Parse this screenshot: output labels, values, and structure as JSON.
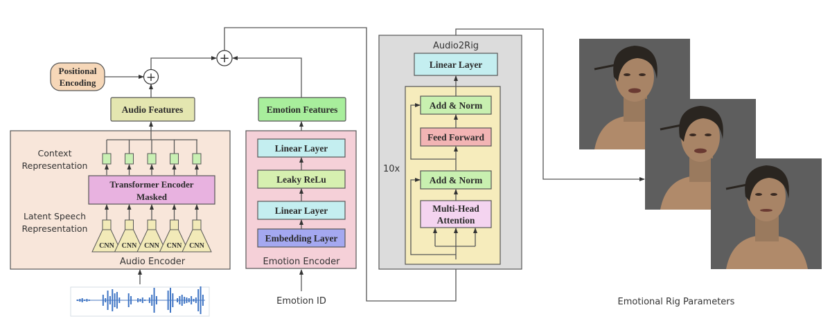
{
  "positional_encoding": {
    "label_line1": "Positional",
    "label_line2": "Encoding",
    "color": "#f6d7b8"
  },
  "audio_features": {
    "label": "Audio Features",
    "color": "#e4e6b0"
  },
  "audio_encoder": {
    "title": "Audio Encoder",
    "color": "#f8e6da",
    "context_label_line1": "Context",
    "context_label_line2": "Representation",
    "latent_label_line1": "Latent Speech",
    "latent_label_line2": "Representation",
    "transformer_line1": "Transformer Encoder",
    "transformer_line2": "Masked",
    "transformer_color": "#e8b2e0",
    "cnn_label": "CNN",
    "cnn_count": 5,
    "context_color": "#c9f0b4",
    "cnn_color": "#f2eab8"
  },
  "emotion_features": {
    "label": "Emotion Features",
    "color": "#a8ee9c"
  },
  "emotion_encoder": {
    "title": "Emotion Encoder",
    "color": "#f5d0d8",
    "layers": [
      {
        "label": "Linear Layer",
        "color": "#c4eef0"
      },
      {
        "label": "Leaky ReLu",
        "color": "#d6f0b0"
      },
      {
        "label": "Linear Layer",
        "color": "#c4eef0"
      },
      {
        "label": "Embedding Layer",
        "color": "#a4a8f0"
      }
    ]
  },
  "emotion_id": {
    "label": "Emotion ID"
  },
  "audio2rig": {
    "title": "Audio2Rig",
    "color": "#dcdcdc",
    "linear_layer": {
      "label": "Linear Layer",
      "color": "#c4eef0"
    },
    "repeat_label": "10x",
    "block_color": "#f6ecbc",
    "add_norm_top": {
      "label": "Add & Norm",
      "color": "#c8f0b0"
    },
    "feed_forward": {
      "label": "Feed Forward",
      "color": "#f2b4b4"
    },
    "add_norm_bottom": {
      "label": "Add & Norm",
      "color": "#c8f0b0"
    },
    "mha_line1": "Multi-Head",
    "mha_line2": "Attention",
    "mha_color": "#f4d4f0"
  },
  "output": {
    "label": "Emotional Rig Parameters",
    "frame_count": 3,
    "frame_bg": "#5e5e5e"
  },
  "plus_symbol": "+"
}
